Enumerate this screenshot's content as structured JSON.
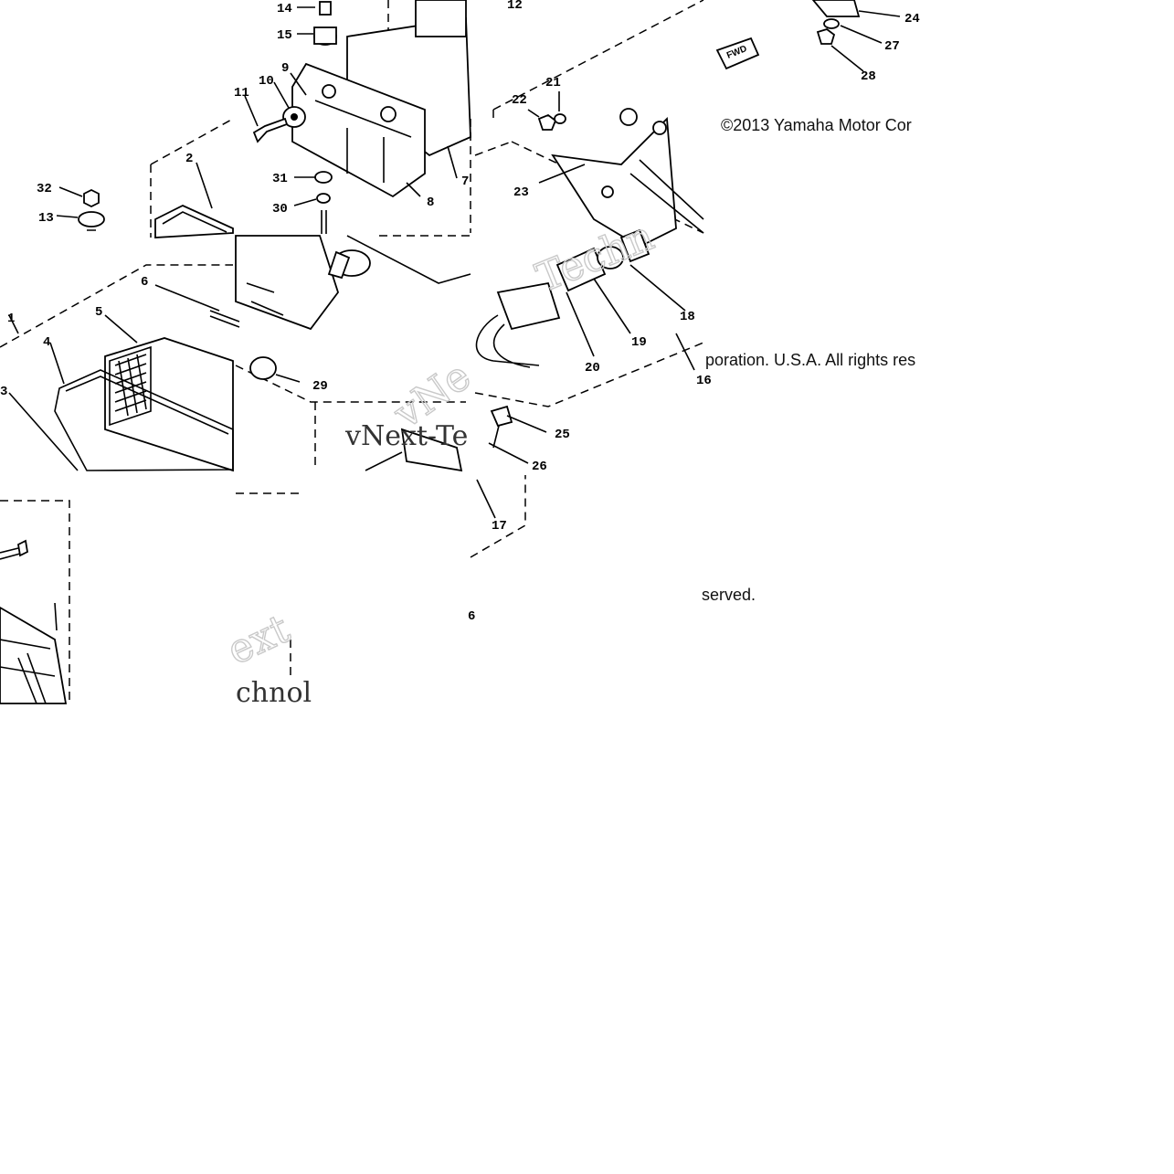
{
  "diagram": {
    "part_numbers": [
      "1",
      "2",
      "3",
      "4",
      "5",
      "6",
      "7",
      "8",
      "9",
      "10",
      "11",
      "12",
      "13",
      "14",
      "15",
      "16",
      "17",
      "18",
      "19",
      "20",
      "21",
      "22",
      "23",
      "24",
      "25",
      "26",
      "27",
      "28",
      "29",
      "30",
      "31",
      "32"
    ],
    "copyright_line_1": "©2013 Yamaha Motor Cor",
    "copyright_line_2": "poration. U.S.A. All rights res",
    "copyright_line_3": "served.",
    "stray_label": "6",
    "direction_marker": "FWD",
    "watermarks": [
      "vNext-Te",
      "Techn",
      "ext",
      "chnol",
      "vNe"
    ]
  }
}
